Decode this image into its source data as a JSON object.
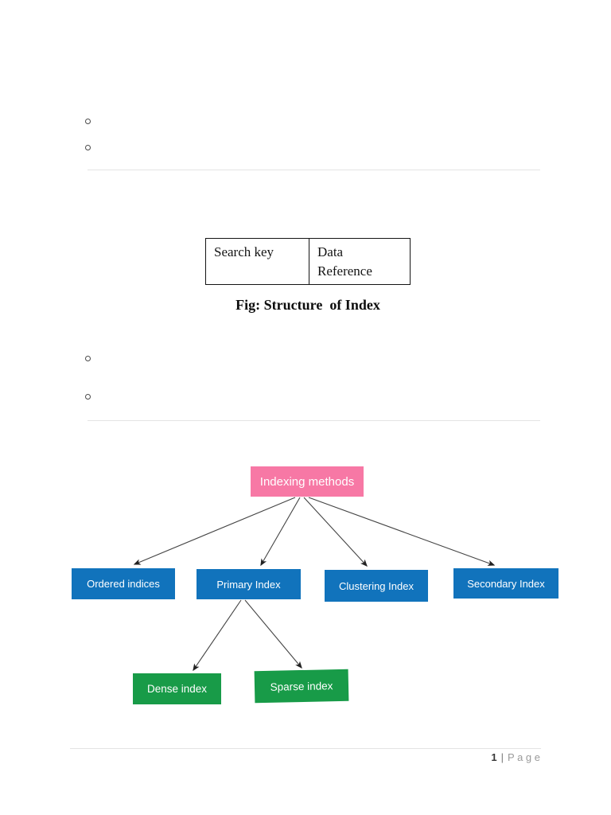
{
  "document": {
    "table": {
      "col1": "Search key",
      "col2_line1": "Data",
      "col2_line2": "Reference"
    },
    "caption": "Fig: Structure  of Index",
    "footer": {
      "page_number": "1",
      "separator": "|",
      "page_label": "P a g e"
    }
  },
  "diagram": {
    "root": {
      "label": "Indexing methods",
      "color": "#f778a5"
    },
    "level1": [
      {
        "label": "Ordered indices",
        "color": "#1173bc"
      },
      {
        "label": "Primary Index",
        "color": "#1173bc"
      },
      {
        "label": "Clustering Index",
        "color": "#1173bc"
      },
      {
        "label": "Secondary Index",
        "color": "#1173bc"
      }
    ],
    "level2": [
      {
        "label": "Dense index",
        "color": "#189b48"
      },
      {
        "label": "Sparse index",
        "color": "#189b48"
      }
    ]
  }
}
